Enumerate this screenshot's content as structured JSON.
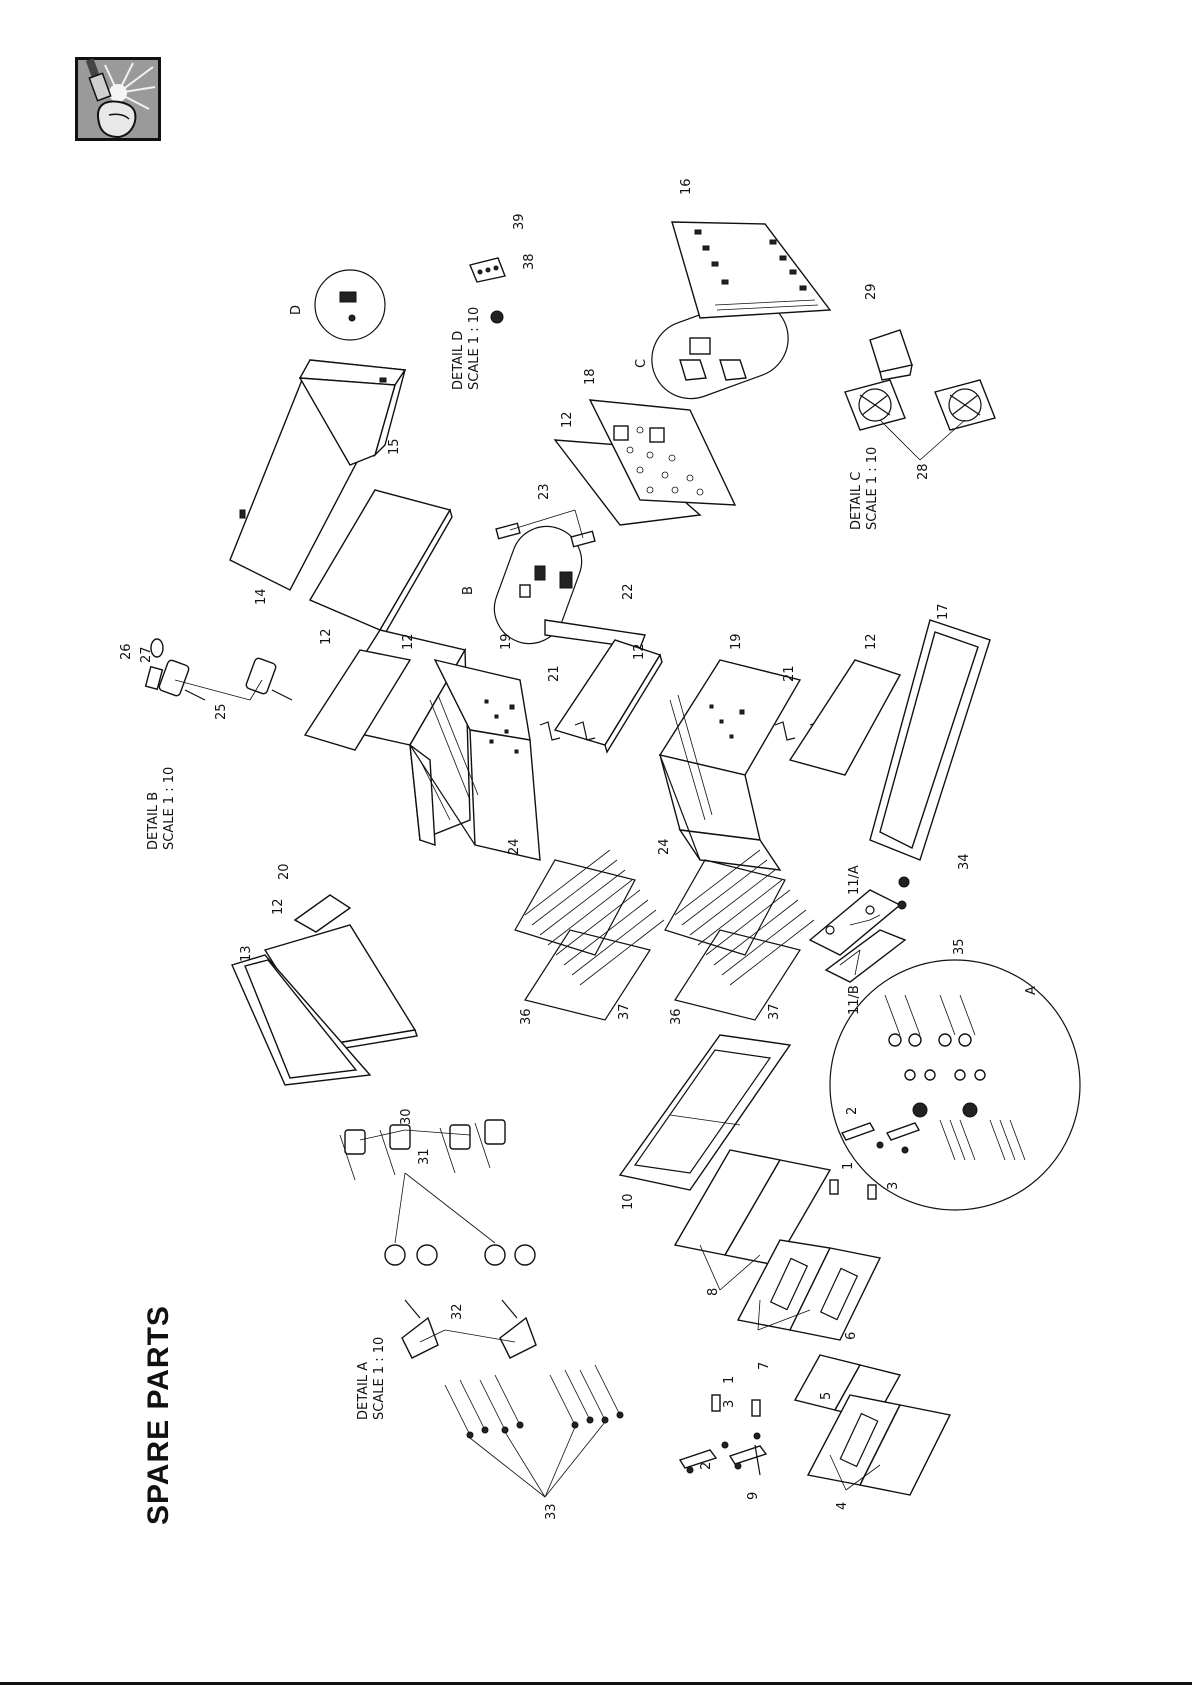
{
  "page_title": "SPARE PARTS",
  "icon": "spark-plug-hand-icon",
  "details": [
    {
      "id": "detail-a",
      "title": "DETAIL A",
      "scale": "SCALE 1 : 10"
    },
    {
      "id": "detail-b",
      "title": "DETAIL B",
      "scale": "SCALE 1 : 10"
    },
    {
      "id": "detail-c",
      "title": "DETAIL C",
      "scale": "SCALE 1 : 10"
    },
    {
      "id": "detail-d",
      "title": "DETAIL D",
      "scale": "SCALE 1 : 10"
    }
  ],
  "detail_markers": [
    "A",
    "B",
    "C",
    "D"
  ],
  "part_labels": [
    "1",
    "2",
    "3",
    "4",
    "5",
    "6",
    "7",
    "8",
    "9",
    "10",
    "11/A",
    "11/B",
    "12",
    "13",
    "14",
    "15",
    "16",
    "17",
    "18",
    "19",
    "20",
    "21",
    "22",
    "23",
    "24",
    "25",
    "26",
    "27",
    "28",
    "29",
    "30",
    "31",
    "32",
    "33",
    "34",
    "35",
    "36",
    "37",
    "38",
    "39"
  ],
  "colors": {
    "ink": "#111111",
    "paper": "#ffffff"
  }
}
